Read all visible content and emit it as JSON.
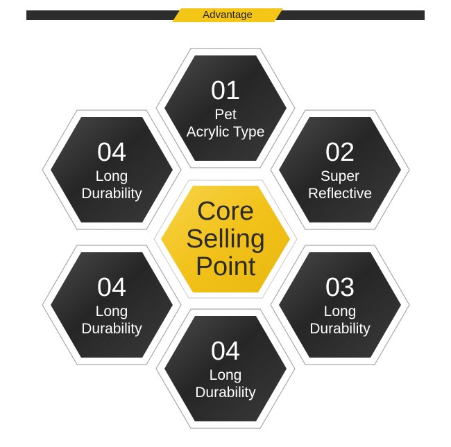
{
  "banner": {
    "label": "Advantage"
  },
  "colors": {
    "accent": "#f4c617",
    "hex_dark": "#2e2e2e",
    "bar": "#2d2d2d"
  },
  "core": {
    "line1": "Core",
    "line2": "Selling",
    "line3": "Point"
  },
  "hexes": [
    {
      "number": "01",
      "line1": "Pet",
      "line2": "Acrylic Type"
    },
    {
      "number": "02",
      "line1": "Super",
      "line2": "Reflective"
    },
    {
      "number": "03",
      "line1": "Long",
      "line2": "Durability"
    },
    {
      "number": "04",
      "line1": "Long",
      "line2": "Durability"
    },
    {
      "number": "04",
      "line1": "Long",
      "line2": "Durability"
    },
    {
      "number": "04",
      "line1": "Long",
      "line2": "Durability"
    }
  ]
}
